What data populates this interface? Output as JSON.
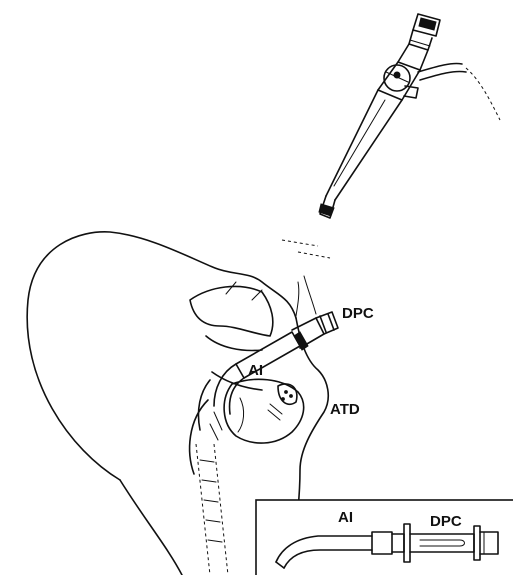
{
  "labels": {
    "dpc_main": "DPC",
    "ai_main": "AI",
    "atd": "ATD",
    "inset_ai": "AI",
    "inset_dpc": "DPC"
  },
  "colors": {
    "ink": "#111111",
    "background": "#ffffff"
  }
}
